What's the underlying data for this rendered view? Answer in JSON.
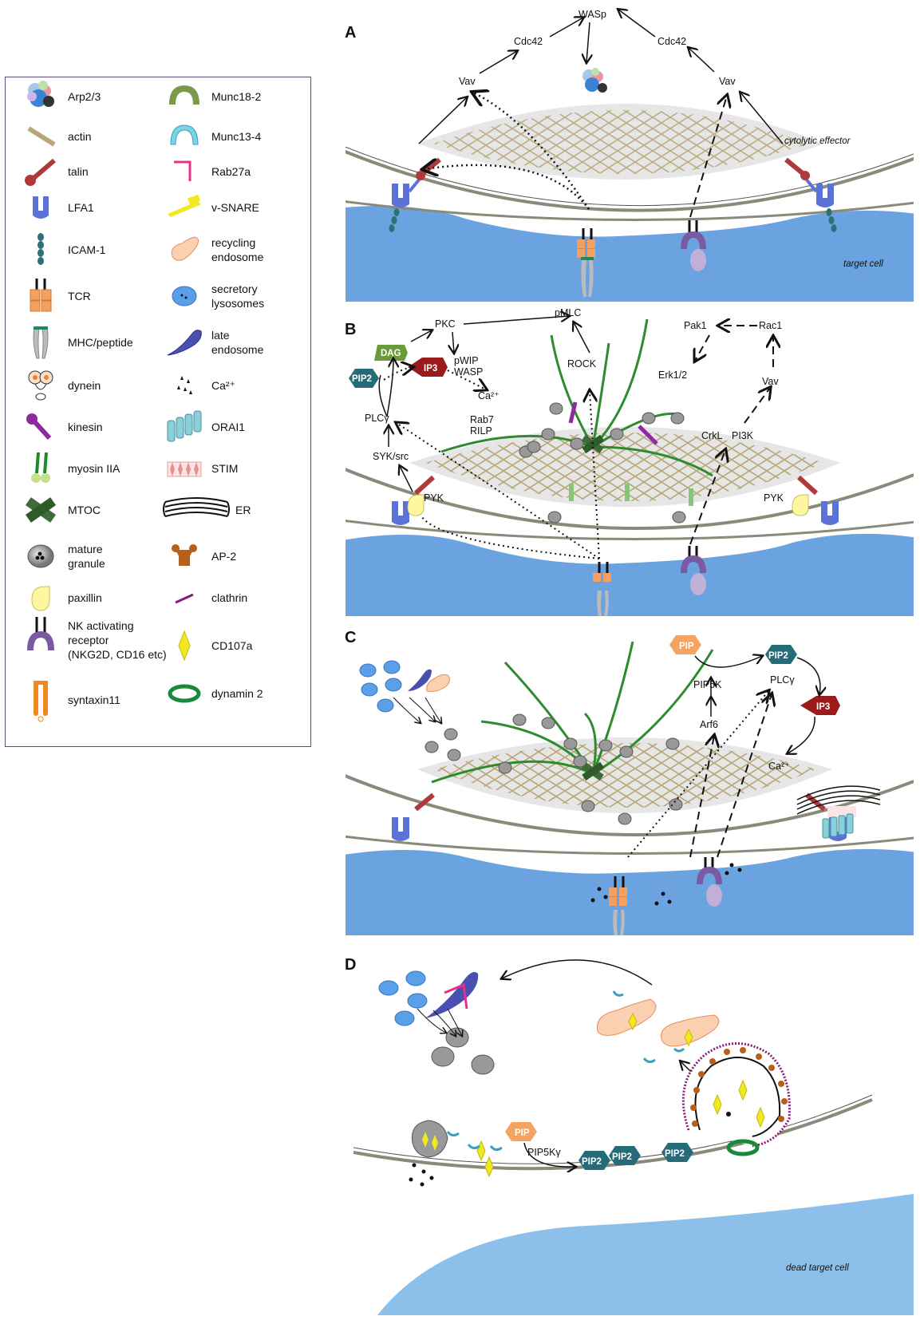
{
  "legend": {
    "left": [
      {
        "label": "Arp2/3",
        "icon": "arp23-icon"
      },
      {
        "label": "actin",
        "icon": "actin-icon"
      },
      {
        "label": "talin",
        "icon": "talin-icon"
      },
      {
        "label": "LFA1",
        "icon": "lfa1-icon"
      },
      {
        "label": "ICAM-1",
        "icon": "icam1-icon"
      },
      {
        "label": "TCR",
        "icon": "tcr-icon"
      },
      {
        "label": "MHC/peptide",
        "icon": "mhc-peptide-icon"
      },
      {
        "label": "dynein",
        "icon": "dynein-icon"
      },
      {
        "label": "kinesin",
        "icon": "kinesin-icon"
      },
      {
        "label": "myosin IIA",
        "icon": "myosin-icon"
      },
      {
        "label": "MTOC",
        "icon": "mtoc-icon"
      },
      {
        "label": "mature\ngranule",
        "icon": "granule-icon"
      },
      {
        "label": "paxillin",
        "icon": "paxillin-icon"
      },
      {
        "label": "NK activating\nreceptor\n(NKG2D, CD16 etc)",
        "icon": "nk-receptor-icon"
      },
      {
        "label": "syntaxin11",
        "icon": "syntaxin-icon"
      }
    ],
    "right": [
      {
        "label": "Munc18-2",
        "icon": "munc18-icon"
      },
      {
        "label": "Munc13-4",
        "icon": "munc13-icon"
      },
      {
        "label": "Rab27a",
        "icon": "rab27a-icon"
      },
      {
        "label": "v-SNARE",
        "icon": "vsnare-icon"
      },
      {
        "label": "recycling\nendosome",
        "icon": "recycling-endosome-icon"
      },
      {
        "label": "secretory\nlysosomes",
        "icon": "secretory-lysosome-icon"
      },
      {
        "label": "late\nendosome",
        "icon": "late-endosome-icon"
      },
      {
        "label": "Ca²⁺",
        "icon": "calcium-icon"
      },
      {
        "label": "ORAI1",
        "icon": "orai1-icon"
      },
      {
        "label": "STIM",
        "icon": "stim-icon"
      },
      {
        "label": "ER",
        "icon": "er-icon"
      },
      {
        "label": "AP-2",
        "icon": "ap2-icon"
      },
      {
        "label": "clathrin",
        "icon": "clathrin-icon"
      },
      {
        "label": "CD107a",
        "icon": "cd107a-icon"
      },
      {
        "label": "dynamin 2",
        "icon": "dynamin-icon"
      }
    ]
  },
  "panels": {
    "a": {
      "letter": "A",
      "wasp": "WASp",
      "cdc42_left": "Cdc42",
      "cdc42_right": "Cdc42",
      "vav_left": "Vav",
      "vav_right": "Vav",
      "effector": "cytolytic effector",
      "target": "target cell"
    },
    "b": {
      "letter": "B",
      "pkc": "PKC",
      "pmlc": "pMLC",
      "pak1": "Pak1",
      "rac1": "Rac1",
      "dag": "DAG",
      "pip2": "PIP2",
      "ip3": "IP3",
      "pwip": "pWIP",
      "wasp": "WASP",
      "rock": "ROCK",
      "erk": "Erk1/2",
      "calcium": "Ca²⁺",
      "vav": "Vav",
      "plcg": "PLCγ",
      "rab7": "Rab7",
      "rilp": "RILP",
      "crkl": "CrkL",
      "pi3k": "PI3K",
      "syk": "SYK/src",
      "pyk_left": "PYK",
      "pyk_right": "PYK"
    },
    "c": {
      "letter": "C",
      "pip": "PIP",
      "pip2": "PIP2",
      "plcg": "PLCγ",
      "pip5k": "PIP5K",
      "arf6": "Arf6",
      "ip3": "IP3",
      "calcium": "Ca²⁺"
    },
    "d": {
      "letter": "D",
      "pip": "PIP",
      "pip5kg": "PIP5Kγ",
      "pip2_a": "PIP2",
      "pip2_b": "PIP2",
      "pip2_c": "PIP2",
      "target": "dead target cell"
    }
  },
  "colors": {
    "legend_border": "#5b4a7a",
    "cell_blue": "#6aa3df",
    "actin": "#b8a878",
    "microtubule": "#2e8b2e",
    "pip2": "#256b78",
    "ip3": "#9b1b1b",
    "dag": "#6a9a3a",
    "pip": "#f4a460"
  }
}
